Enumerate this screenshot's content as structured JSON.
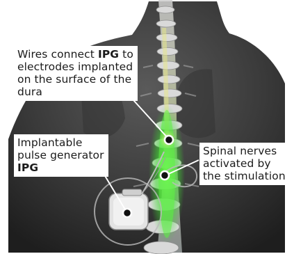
{
  "labels": {
    "wires": {
      "line1_before": "Wires connect ",
      "line1_bold": "IPG",
      "line1_after": " to",
      "line2": "electrodes implanted",
      "line3": "on the surface of the",
      "line4": "dura"
    },
    "ipg": {
      "line1": "Implantable",
      "line2": "pulse generator",
      "line3_bold": "IPG"
    },
    "nerves": {
      "line1": "Spinal nerves",
      "line2": "activated by",
      "line3": "the stimulation"
    }
  },
  "colors": {
    "background_body": "#3a3a3a",
    "stimulation_glow": "#3ddc2f",
    "device": "#d8d8d8",
    "marker_dot": "#111111",
    "label_background": "#ffffff",
    "label_text": "#1b1b1b"
  }
}
